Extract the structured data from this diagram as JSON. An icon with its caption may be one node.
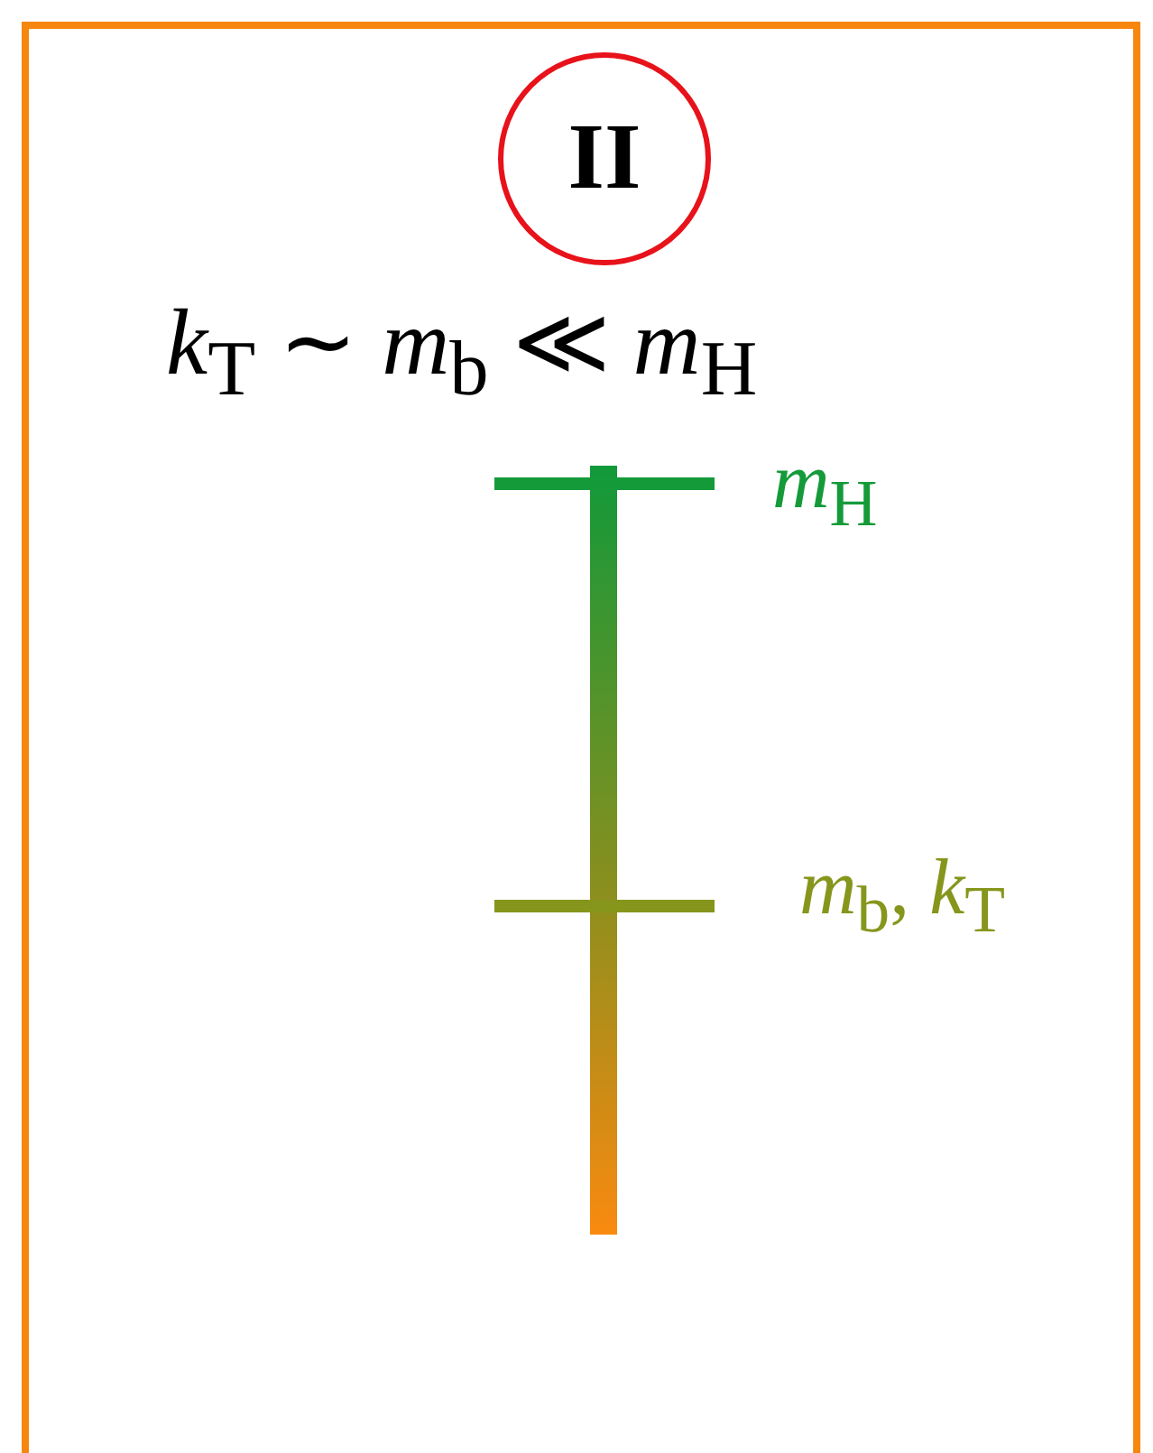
{
  "diagram": {
    "nodes": [
      {
        "text": [
          "II"
        ]
      }
    ],
    "labels": [
      "*k*$_{T}$ ∼ *m*$_{b}$ ≪ *m*$_{H}$",
      "*m*$_{H}$",
      "*m*$_{b}$, *k*$_{T}$"
    ]
  }
}
